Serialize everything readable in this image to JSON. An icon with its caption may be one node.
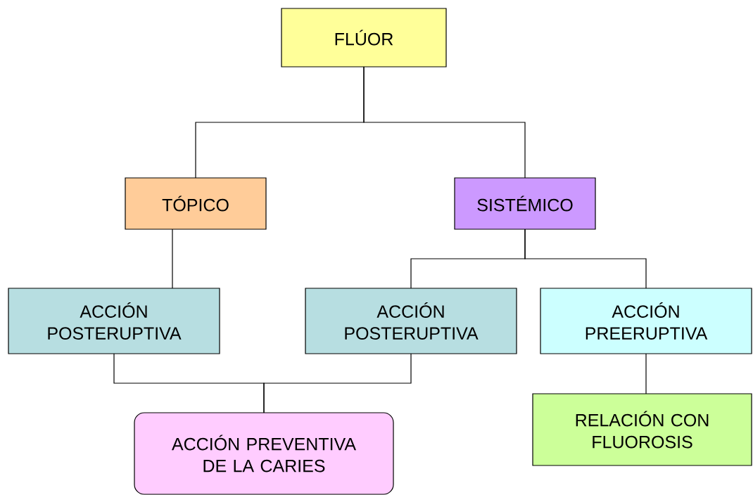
{
  "diagram": {
    "nodes": [
      {
        "text": [
          "FLÚOR"
        ]
      },
      {
        "text": [
          "TÓPICO"
        ]
      },
      {
        "text": [
          "SISTÉMICO"
        ]
      },
      {
        "text": [
          "ACCIÓN POSTERUPTIVA"
        ]
      },
      {
        "text": [
          "ACCIÓN POSTERUPTIVA"
        ]
      },
      {
        "text": [
          "ACCIÓN PREERUPTIVA"
        ]
      },
      {
        "text": [
          "ACCIÓN PREVENTIVA DE LA CARIES"
        ]
      },
      {
        "text": [
          "RELACIÓN CON FLUOROSIS"
        ]
      }
    ],
    "edges": [
      {
        "from": 0,
        "to": 1,
        "arrow": "none"
      },
      {
        "from": 0,
        "to": 2,
        "arrow": "none"
      },
      {
        "from": 1,
        "to": 3,
        "arrow": "none"
      },
      {
        "from": 2,
        "to": 4,
        "arrow": "none"
      },
      {
        "from": 2,
        "to": 5,
        "arrow": "none"
      },
      {
        "from": 3,
        "to": 6,
        "arrow": "none"
      },
      {
        "from": 4,
        "to": 6,
        "arrow": "none"
      },
      {
        "from": 5,
        "to": 7,
        "arrow": "none"
      }
    ]
  }
}
